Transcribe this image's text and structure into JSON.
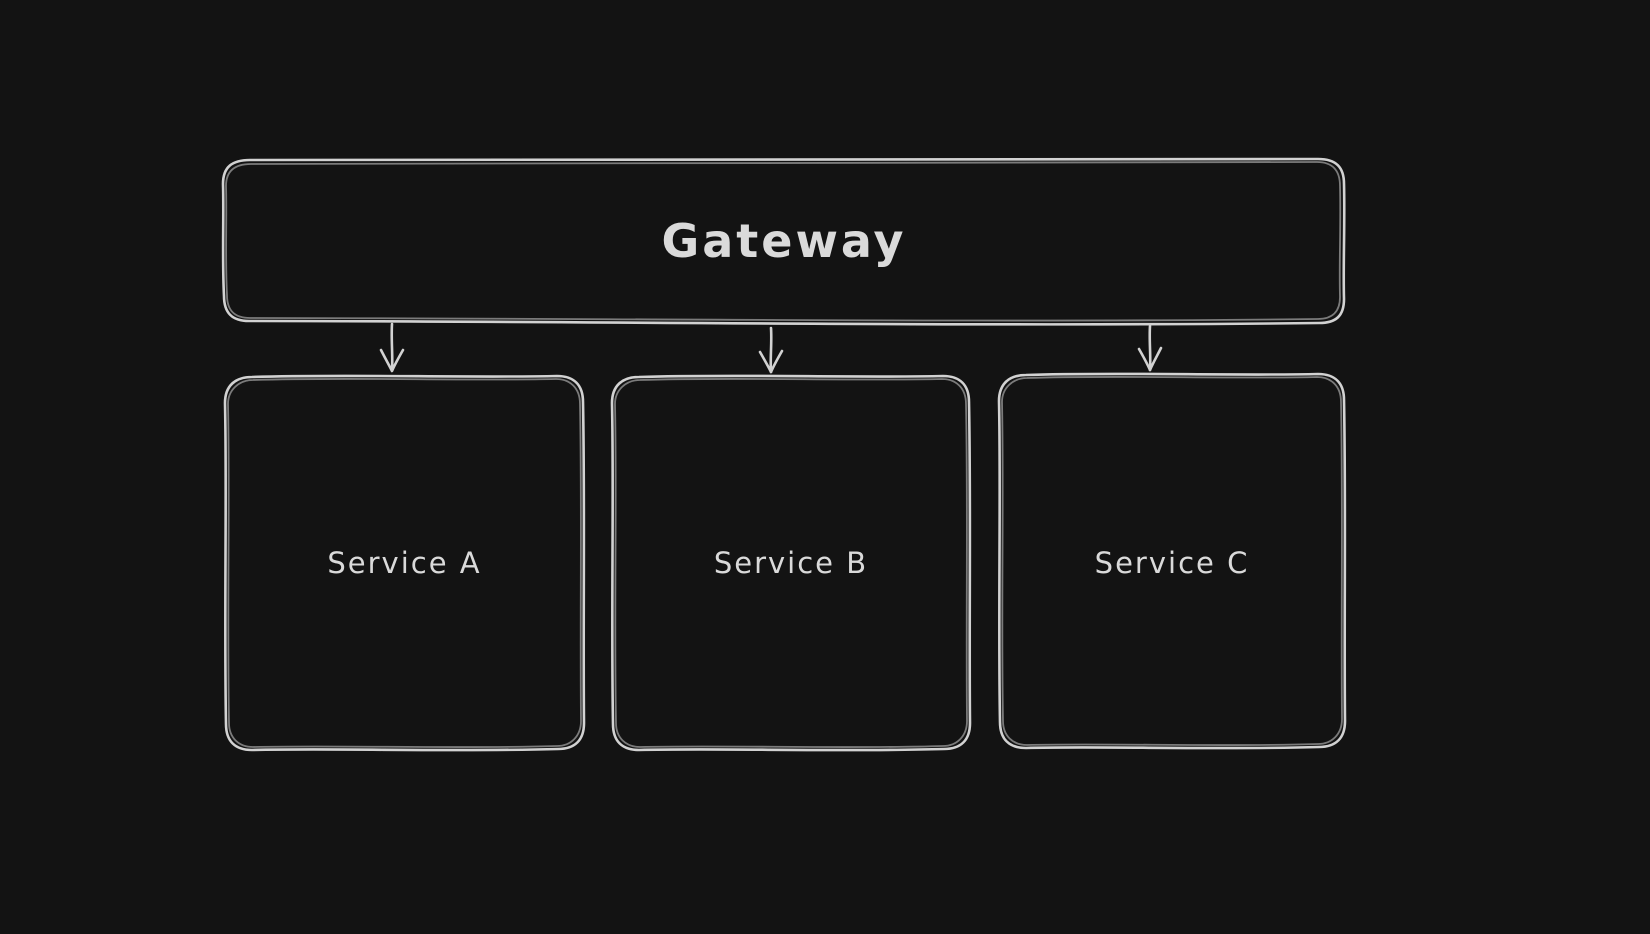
{
  "canvas": {
    "theme": "dark",
    "background_color": "#131313",
    "stroke_color": "#d2d2d2",
    "text_color": "#dadada"
  },
  "diagram": {
    "nodes": [
      {
        "id": "gateway",
        "label": "Gateway"
      },
      {
        "id": "service-a",
        "label": "Service A"
      },
      {
        "id": "service-b",
        "label": "Service B"
      },
      {
        "id": "service-c",
        "label": "Service C"
      }
    ],
    "edges": [
      {
        "from": "gateway",
        "to": "service-a"
      },
      {
        "from": "gateway",
        "to": "service-b"
      },
      {
        "from": "gateway",
        "to": "service-c"
      }
    ]
  }
}
